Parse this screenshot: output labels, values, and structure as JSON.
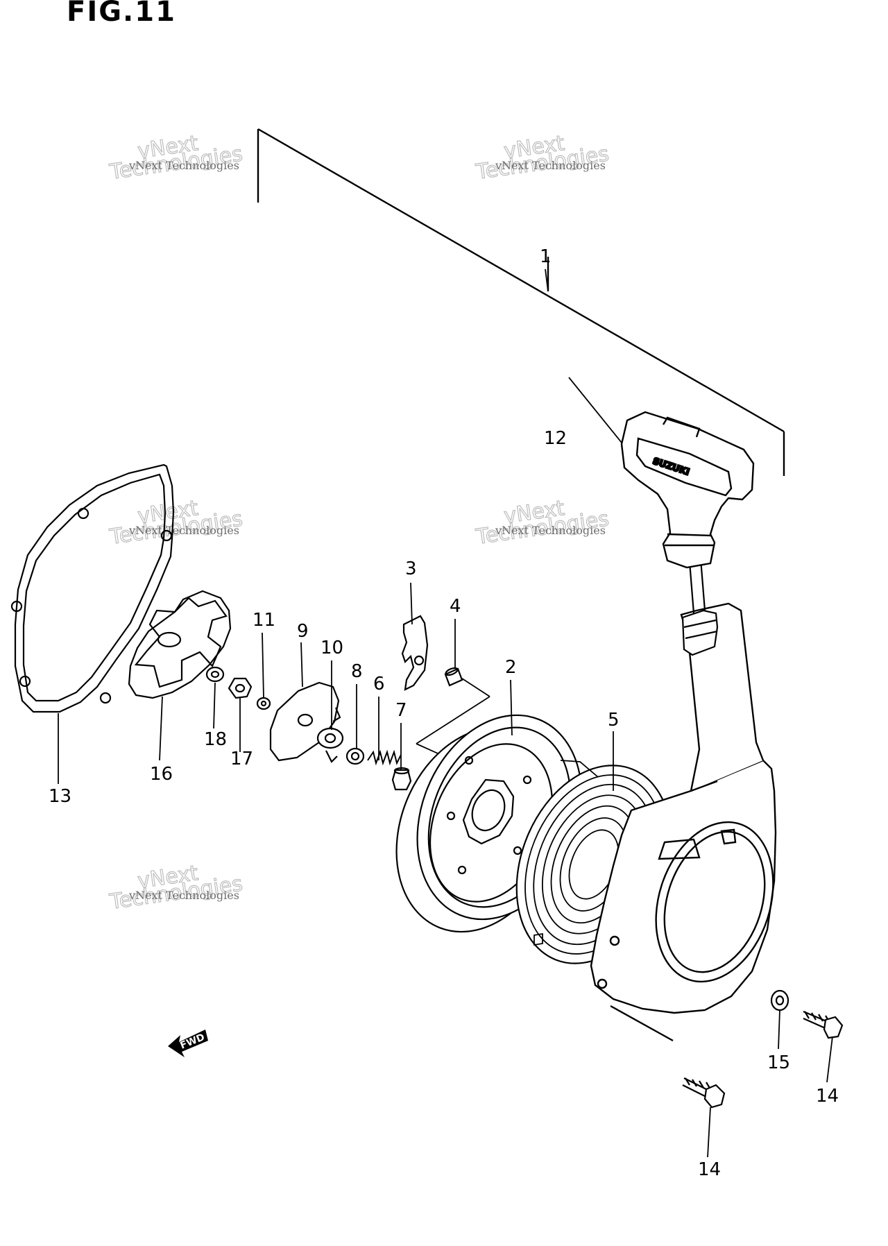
{
  "figure": {
    "title": "FIG.11",
    "fwd_marker": "FWD",
    "handle_brand": "SUZUKI"
  },
  "watermark": {
    "small": "vNext Technologies",
    "big": "Technologies",
    "top": "vNext"
  },
  "callouts": [
    {
      "id": "c1",
      "label": "1"
    },
    {
      "id": "c2",
      "label": "2"
    },
    {
      "id": "c3",
      "label": "3"
    },
    {
      "id": "c4",
      "label": "4"
    },
    {
      "id": "c5",
      "label": "5"
    },
    {
      "id": "c6",
      "label": "6"
    },
    {
      "id": "c7",
      "label": "7"
    },
    {
      "id": "c8",
      "label": "8"
    },
    {
      "id": "c9",
      "label": "9"
    },
    {
      "id": "c10",
      "label": "10"
    },
    {
      "id": "c11",
      "label": "11"
    },
    {
      "id": "c12",
      "label": "12"
    },
    {
      "id": "c13",
      "label": "13"
    },
    {
      "id": "c14a",
      "label": "14"
    },
    {
      "id": "c14b",
      "label": "14"
    },
    {
      "id": "c15",
      "label": "15"
    },
    {
      "id": "c16",
      "label": "16"
    },
    {
      "id": "c17",
      "label": "17"
    },
    {
      "id": "c18",
      "label": "18"
    }
  ]
}
